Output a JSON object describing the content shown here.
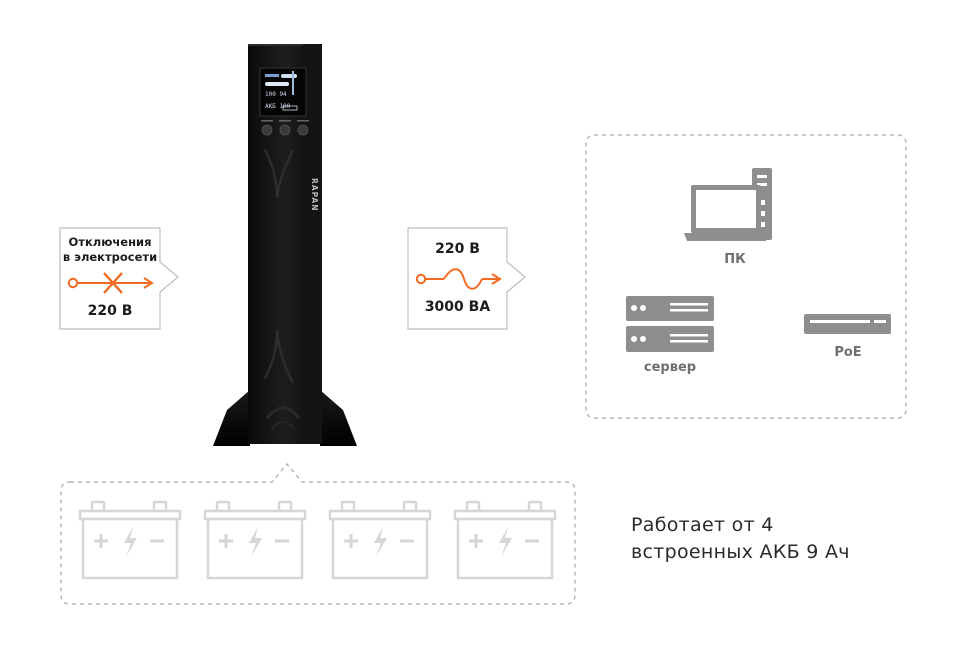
{
  "input_callout": {
    "title_line1": "Отключения",
    "title_line2": "в электросети",
    "voltage": "220 В"
  },
  "output_callout": {
    "voltage": "220 В",
    "power": "3000 ВА"
  },
  "ups": {
    "brand": "RAPAN"
  },
  "devices": {
    "pc_label": "ПК",
    "server_label": "сервер",
    "poe_label": "PoE"
  },
  "batteries": {
    "count": 4
  },
  "note": {
    "line1": "Работает от 4",
    "line2": "встроенных АКБ 9 Ач"
  },
  "colors": {
    "accent": "#f26b22",
    "gray_icon": "#8e8e8e",
    "light_icon": "#d6d6d6",
    "dash": "#b5b5b5"
  }
}
